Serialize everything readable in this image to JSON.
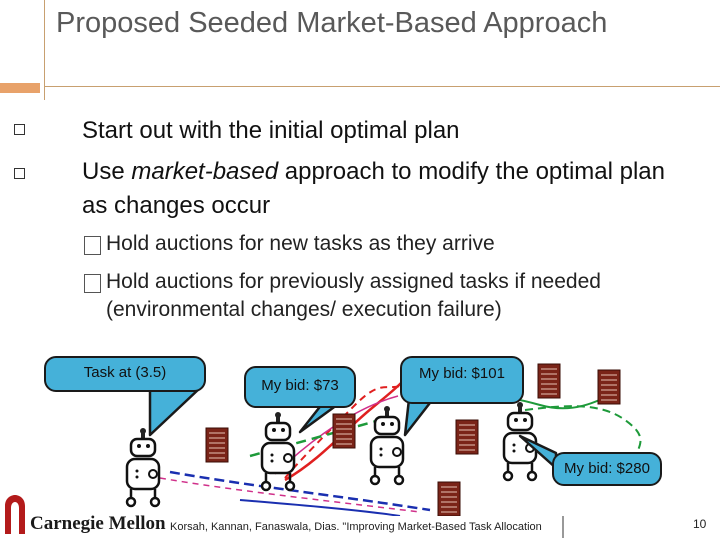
{
  "slide": {
    "title": "Proposed Seeded Market-Based Approach",
    "bullets": [
      {
        "text": "Start out with the initial optimal plan"
      },
      {
        "pre": "Use ",
        "emph": "market-based",
        "post": " approach to modify the optimal plan as changes occur"
      }
    ],
    "sub_bullets": [
      "Hold auctions for new tasks as they arrive",
      "Hold auctions for previously assigned tasks if needed (environmental changes/ execution failure)"
    ],
    "sub_bullet_glyph": "☐"
  },
  "diagram": {
    "bubbles": {
      "task": "Task at (3.5)",
      "bid1": "My bid: $73",
      "bid2": "My bid: $101",
      "bid3": "My bid: $280"
    }
  },
  "footer": {
    "brand": "Carnegie Mellon",
    "citation": "Korsah, Kannan, Fanaswala, Dias. \"Improving Market-Based Task Allocation",
    "page": "10"
  },
  "colors": {
    "bubble": "#45b1d9",
    "accent": "#e8a26a",
    "rule": "#c8a070",
    "route_red": "#e02020",
    "route_green": "#1e9a3a",
    "route_blue": "#1a2fb0",
    "route_pink": "#d0308a",
    "brand_red": "#b31b1b"
  },
  "icons": [
    "robot-icon",
    "server-rack-icon",
    "logo-icon"
  ]
}
